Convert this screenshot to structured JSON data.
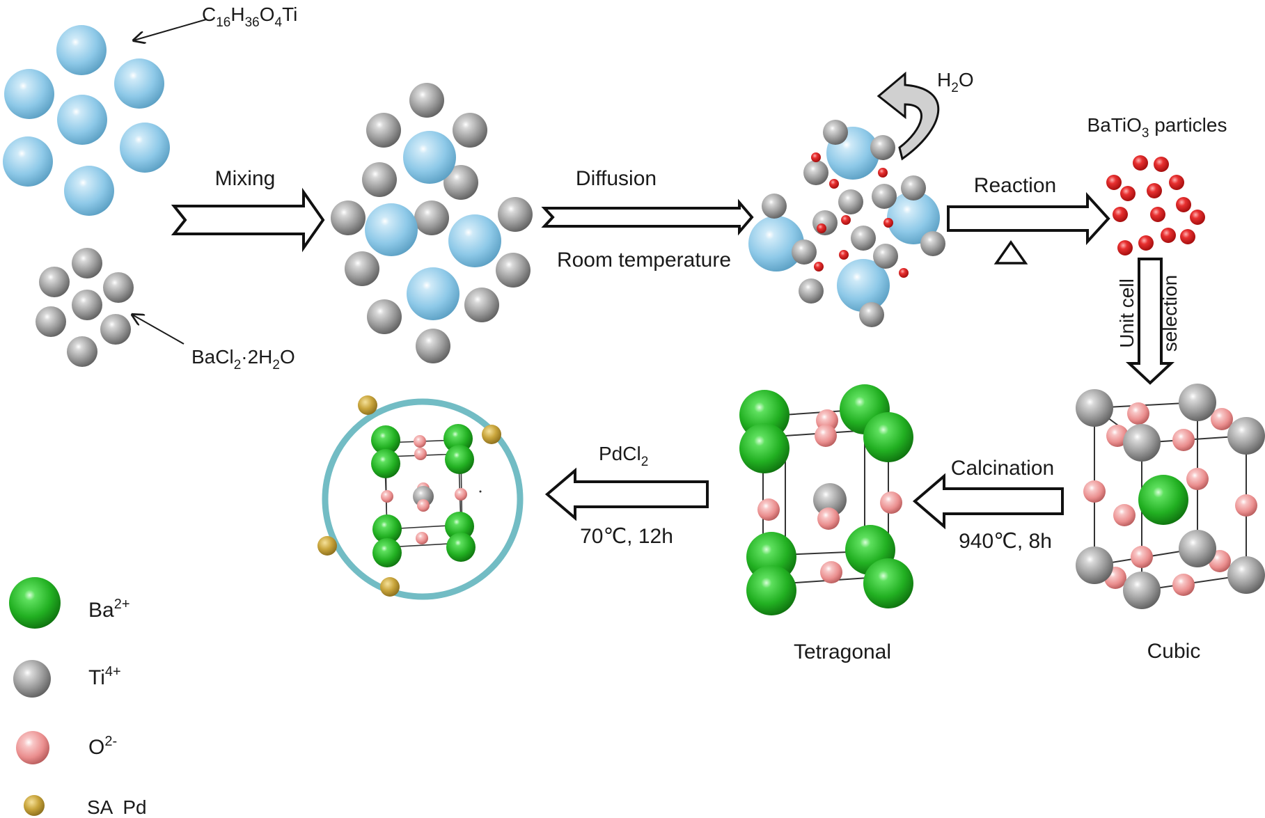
{
  "colors": {
    "precursor_ti": "#8ec9e8",
    "ti_ion": "#9a9a9a",
    "ba_ion": "#22b022",
    "o_ion": "#ea8e8e",
    "red_particle": "#e02020",
    "pd_atom": "#c9a53c",
    "ring": "#72bcc4"
  },
  "labels": {
    "precursor_ti": {
      "base": "C",
      "sub1": "16",
      "h": "H",
      "sub2": "36",
      "o": "O",
      "sub3": "4",
      "ti": "Ti"
    },
    "precursor_ba": {
      "base": "BaCl",
      "sub1": "2",
      "mid": "·2H",
      "sub2": "2",
      "end": "O"
    },
    "mixing": "Mixing",
    "diffusion": "Diffusion",
    "room_temperature": "Room temperature",
    "water": {
      "h": "H",
      "sub": "2",
      "o": "O"
    },
    "reaction": "Reaction",
    "heat_symbol": "Δ",
    "batio3_particles": {
      "pre": "BaTiO",
      "sub": "3",
      "post": " particles"
    },
    "unit_cell_selection": {
      "line1": "Unit cell",
      "line2": "selection"
    },
    "cubic": "Cubic",
    "calcination": "Calcination",
    "calcination_conditions": "940℃, 8h",
    "tetragonal": "Tetragonal",
    "pdcl2": {
      "pre": "PdCl",
      "sub": "2"
    },
    "pd_conditions": "70℃, 12h"
  },
  "legend": [
    {
      "label": "Ba",
      "sup": "2+",
      "swatch": "ba_ion"
    },
    {
      "label": "Ti",
      "sup": "4+",
      "swatch": "ti_ion"
    },
    {
      "label": "O",
      "sup": "2-",
      "swatch": "o_ion"
    },
    {
      "label": "SA  Pd",
      "sup": "",
      "swatch": "pd_atom"
    }
  ]
}
